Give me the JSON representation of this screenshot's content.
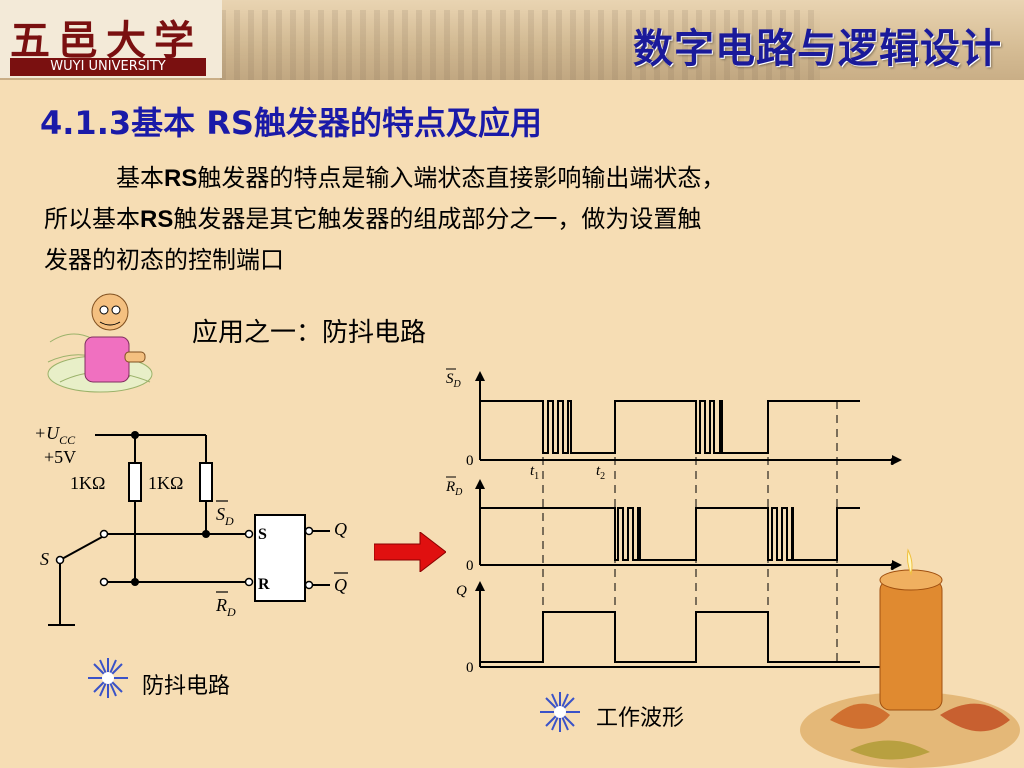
{
  "header": {
    "logo_cn": "五邑大学",
    "logo_en": "WUYI UNIVERSITY",
    "course_title": "数字电路与逻辑设计"
  },
  "section": {
    "title_prefix": "4.1.3基本 RS",
    "title_suffix": "触发器的特点及应用"
  },
  "paragraph": {
    "seg1": "基本",
    "rs1": "RS",
    "seg2": "触发器的特点是输入端状态直接影响输出端状态，",
    "seg3": "所以基本",
    "rs2": "RS",
    "seg4": "触发器是其它触发器的组成部分之一，做为设置触",
    "seg5": "发器的初态的控制端口"
  },
  "application_title": "应用之一：防抖电路",
  "circuit": {
    "vcc_label": "+U",
    "vcc_sub": "CC",
    "voltage": "+5V",
    "resistor1": "1KΩ",
    "resistor2": "1KΩ",
    "switch_label": "S",
    "sd_label": "S",
    "sd_sub": "D",
    "rd_label": "R",
    "rd_sub": "D",
    "ff_s": "S",
    "ff_r": "R",
    "q_label": "Q",
    "qbar_label": "Q"
  },
  "waveform": {
    "sd_axis": "S",
    "sd_sub": "D",
    "rd_axis": "R",
    "rd_sub": "D",
    "q_axis": "Q",
    "zero": "0",
    "t": "t",
    "t1": "t",
    "t1_sub": "1",
    "t2": "t",
    "t2_sub": "2"
  },
  "captions": {
    "circuit": "防抖电路",
    "waveform": "工作波形"
  },
  "colors": {
    "title_blue": "#1a1aa8",
    "arrow_red": "#e01010",
    "background": "#f6ddb4"
  }
}
